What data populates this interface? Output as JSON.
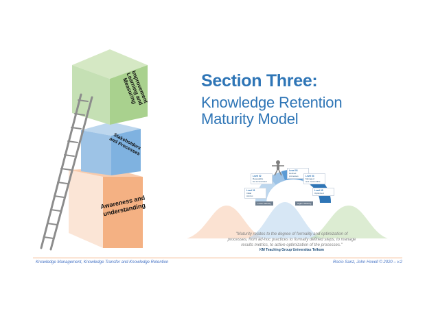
{
  "title": {
    "line1": "Section Three:",
    "line2": "Knowledge Retention",
    "line3": "Maturity Model"
  },
  "boxes": {
    "top": "Improvement\nLearning and\nMeasuring",
    "middle": "Stakeholders\nand Processes",
    "bottom": "Awareness and\nunderstanding"
  },
  "maturity": {
    "levels": [
      {
        "name": "Level 01",
        "desc": "Initial\nAd-hoc"
      },
      {
        "name": "Level 02",
        "desc": "Repeatable\nbut inconsistent"
      },
      {
        "name": "Level 03",
        "desc": "Defined\nprocesses"
      },
      {
        "name": "Level 04",
        "desc": "Managed\nand measurable"
      },
      {
        "name": "Level 05",
        "desc": "Optimized"
      }
    ],
    "lower": "Lower Maturity",
    "higher": "Higher Maturity"
  },
  "quote": "\"Maturity relates to the degree of formality and optimization of processes, from ad-hoc practices to formally defined steps, to manage results metrics, to active optimization of the processes.\"",
  "credit": "KM Teaching Group Universitas Telkom",
  "footer": {
    "left": "Knowledge Management, Knowledge Transfer and Knowledge Retention",
    "right": "Rocío Sanz, John Hovell © 2020 – v.2"
  },
  "colors": {
    "title_blue": "#2e75b6",
    "box_green": "#a9d18e",
    "box_blue": "#8fc0ea",
    "box_orange": "#f4b183",
    "footer_line": "#f4b183"
  }
}
